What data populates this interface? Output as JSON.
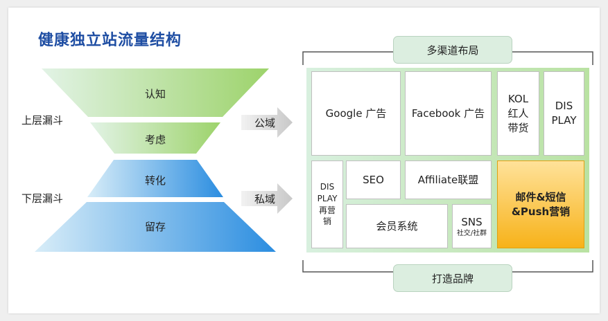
{
  "title": "健康独立站流量结构",
  "funnel": {
    "upper_label": "上层漏斗",
    "lower_label": "下层漏斗",
    "stages": [
      "认知",
      "考虑",
      "转化",
      "留存"
    ]
  },
  "arrows": {
    "public": "公域",
    "private": "私域"
  },
  "channel_layout": {
    "top_label": "多渠道布局",
    "bottom_label": "打造品牌",
    "boxes": {
      "google": "Google 广告",
      "facebook": "Facebook 广告",
      "kol": [
        "KOL",
        "红人",
        "带货"
      ],
      "display": [
        "DIS",
        "PLAY"
      ],
      "display_remarketing": [
        "DIS",
        "PLAY",
        "再营",
        "销"
      ],
      "seo": "SEO",
      "affiliate": "Affiliate联盟",
      "email_sms": [
        "邮件&短信",
        "&Push营销"
      ],
      "membership": "会员系统",
      "sns": "SNS",
      "sns_sub": "社交/社群"
    }
  },
  "colors": {
    "title": "#1f4ea3",
    "green_light": "#d6f0d8",
    "green_dark": "#9ed36a",
    "blue_light": "#cfe8f7",
    "blue_dark": "#2f8ee0",
    "highlight": "#f7b219"
  }
}
